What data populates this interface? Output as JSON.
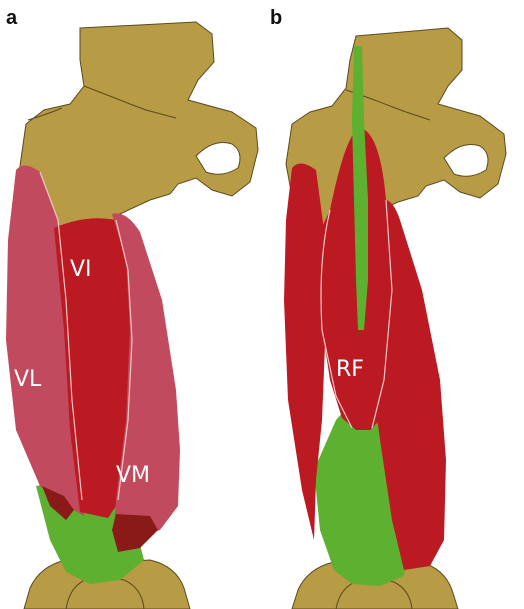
{
  "panels": [
    {
      "letter": "a",
      "labels": {
        "vl": "VL",
        "vi": "VI",
        "vm": "VM"
      }
    },
    {
      "letter": "b",
      "labels": {
        "rf": "RF"
      }
    }
  ],
  "colors": {
    "bone": "#b89b45",
    "bone_outline": "#5a4a22",
    "muscle_dark": "#bb1a22",
    "muscle_light": "#c24a5e",
    "muscle_deep": "#8a1a18",
    "tendon": "#5eb030",
    "background": "#ffffff"
  }
}
